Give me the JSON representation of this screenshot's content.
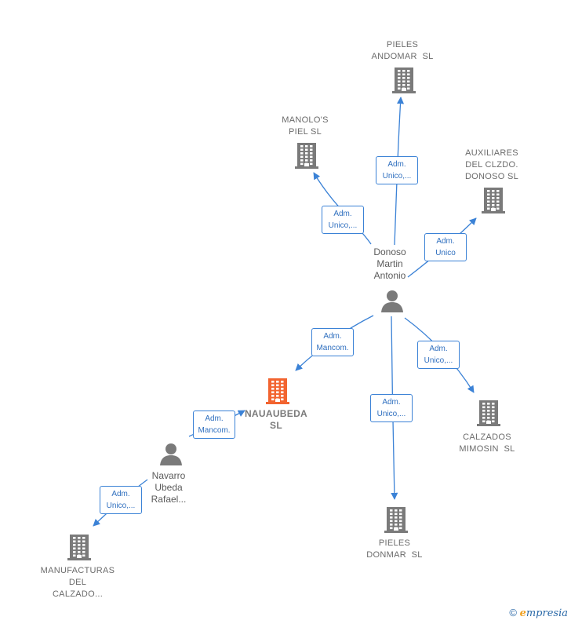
{
  "colors": {
    "edge": "#3b82d6",
    "company": "#7a7a7a",
    "focus": "#f26430",
    "person": "#7a7a7a"
  },
  "nodes": [
    {
      "id": "pieles-andomar",
      "type": "company",
      "label": [
        "PIELES",
        "ANDOMAR  SL"
      ]
    },
    {
      "id": "manolos-piel",
      "type": "company",
      "label": [
        "MANOLO'S",
        "PIEL SL"
      ]
    },
    {
      "id": "auxiliares",
      "type": "company",
      "label": [
        "AUXILIARES",
        "DEL CLZDO.",
        "DONOSO SL"
      ]
    },
    {
      "id": "donoso",
      "type": "person",
      "label": [
        "Donoso",
        "Martin",
        "Antonio"
      ]
    },
    {
      "id": "nauaubeda",
      "type": "focus",
      "label": [
        "NAUAUBEDA",
        "SL"
      ]
    },
    {
      "id": "calzados-mimosin",
      "type": "company",
      "label": [
        "CALZADOS",
        "MIMOSIN  SL"
      ]
    },
    {
      "id": "navarro",
      "type": "person",
      "label": [
        "Navarro",
        "Ubeda",
        "Rafael..."
      ]
    },
    {
      "id": "pieles-donmar",
      "type": "company",
      "label": [
        "PIELES",
        "DONMAR  SL"
      ]
    },
    {
      "id": "manufacturas",
      "type": "company",
      "label": [
        "MANUFACTURAS",
        "DEL",
        "CALZADO..."
      ]
    }
  ],
  "edges": [
    {
      "from": "donoso",
      "to": "pieles-andomar",
      "label": [
        "Adm.",
        "Unico,..."
      ]
    },
    {
      "from": "donoso",
      "to": "manolos-piel",
      "label": [
        "Adm.",
        "Unico,..."
      ]
    },
    {
      "from": "donoso",
      "to": "auxiliares",
      "label": [
        "Adm.",
        "Unico"
      ]
    },
    {
      "from": "donoso",
      "to": "nauaubeda",
      "label": [
        "Adm.",
        "Mancom."
      ]
    },
    {
      "from": "donoso",
      "to": "calzados-mimosin",
      "label": [
        "Adm.",
        "Unico,..."
      ]
    },
    {
      "from": "donoso",
      "to": "pieles-donmar",
      "label": [
        "Adm.",
        "Unico,..."
      ]
    },
    {
      "from": "navarro",
      "to": "nauaubeda",
      "label": [
        "Adm.",
        "Mancom."
      ]
    },
    {
      "from": "navarro",
      "to": "manufacturas",
      "label": [
        "Adm.",
        "Unico,..."
      ]
    }
  ],
  "footer": {
    "copyright_symbol": "©",
    "brand_initial": "e",
    "brand_rest": "mpresia"
  }
}
